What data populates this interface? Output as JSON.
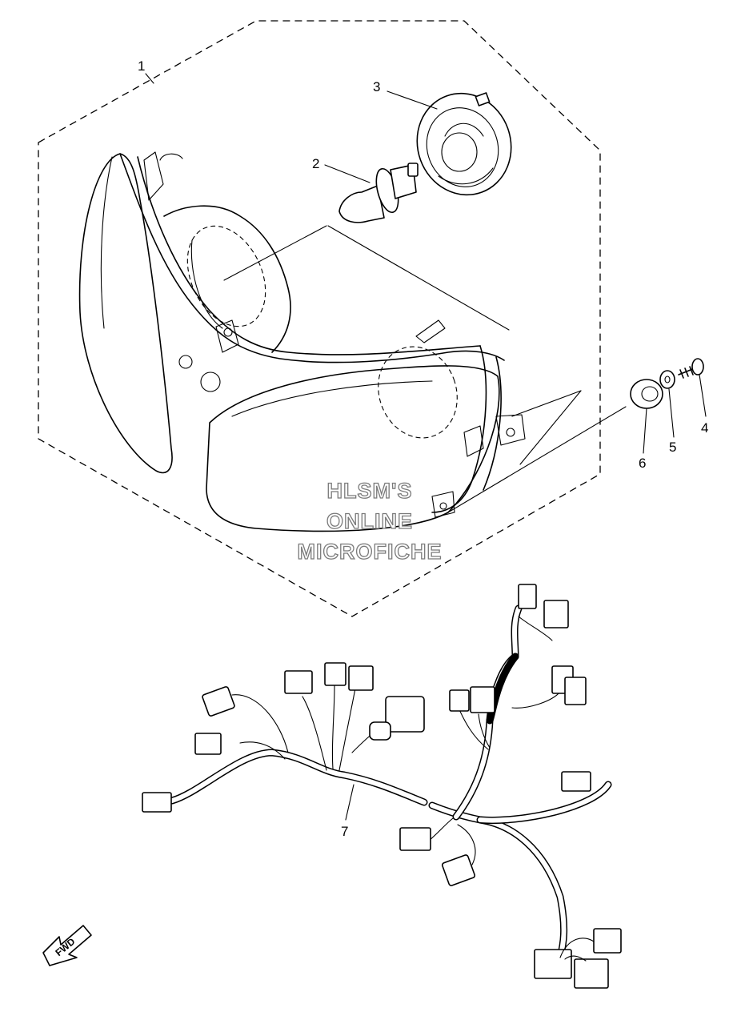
{
  "diagram": {
    "callouts": [
      {
        "id": "1",
        "label": "1"
      },
      {
        "id": "2",
        "label": "2"
      },
      {
        "id": "3",
        "label": "3"
      },
      {
        "id": "4",
        "label": "4"
      },
      {
        "id": "5",
        "label": "5"
      },
      {
        "id": "6",
        "label": "6"
      },
      {
        "id": "7",
        "label": "7"
      }
    ],
    "watermark": {
      "line1": "HLSM'S",
      "line2": "ONLINE",
      "line3": "MICROFICHE"
    },
    "direction_badge": "FWD"
  }
}
